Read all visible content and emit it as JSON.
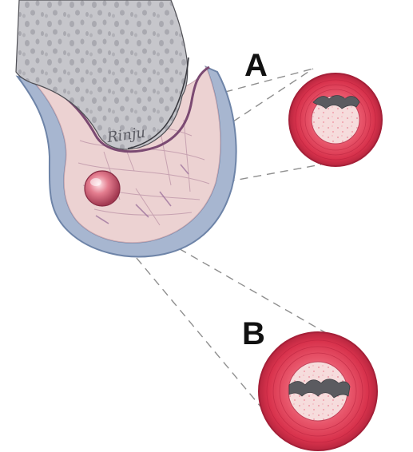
{
  "labels": {
    "a": "A",
    "b": "B"
  },
  "signature": "Rinju",
  "colors": {
    "bone": "#bfbfc4",
    "bone_spots": "#a5a5ab",
    "lining": "#6b3b63",
    "tissue": "#ecd3d3",
    "tissue_strand": "#b98fa6",
    "capsule": "#9db0cc",
    "capsule_edge": "#6e84a8",
    "vessel_wall": "#e23d55",
    "vessel_wall_dark": "#c12a45",
    "lumen": "#f6dede",
    "lumen_dots": "#ec9aa8",
    "plaque": "#5a5a5e",
    "nodule": "#d9667a",
    "callout_line": "#8a8a8a"
  }
}
